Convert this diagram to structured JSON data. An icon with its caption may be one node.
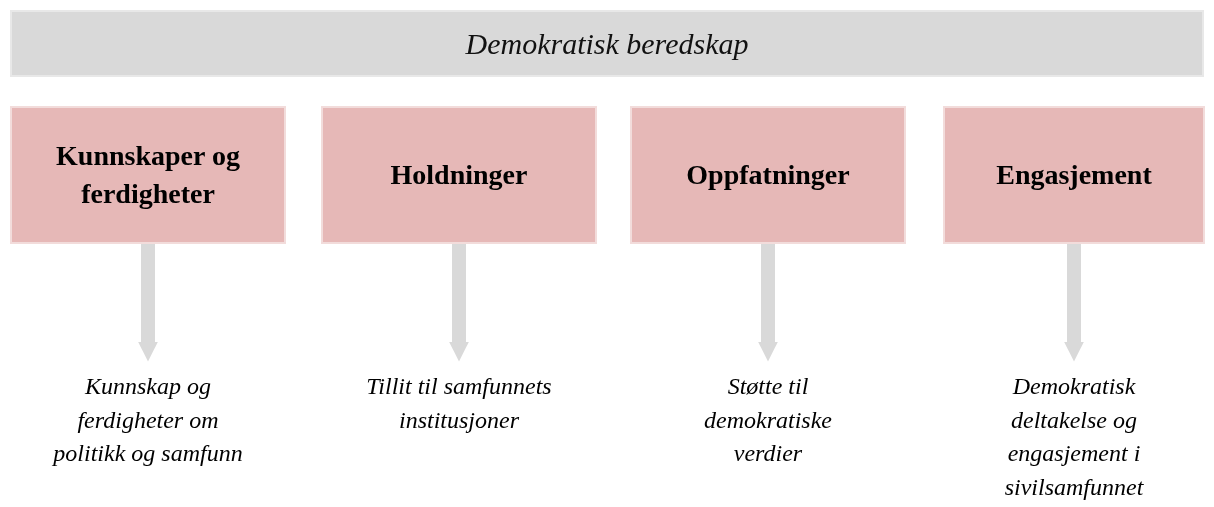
{
  "diagram": {
    "nodes": [
      {
        "text": [
          "Demokratisk beredskap"
        ]
      },
      {
        "text": [
          "Kunnskaper og ferdigheter"
        ]
      },
      {
        "text": [
          "Holdninger"
        ]
      },
      {
        "text": [
          "Oppfatninger"
        ]
      },
      {
        "text": [
          "Engasjement"
        ]
      },
      {
        "text": [
          "Kunnskap og ferdigheter om politikk og samfunn"
        ]
      },
      {
        "text": [
          "Tillit til samfunnets institusjoner"
        ]
      },
      {
        "text": [
          "Støtte til demokratiske verdier"
        ]
      },
      {
        "text": [
          "Demokratisk deltakelse og engasjement i sivilsamfunnet"
        ]
      }
    ],
    "edges": [
      {
        "from": 1,
        "to": 5,
        "arrow": "to"
      },
      {
        "from": 2,
        "to": 6,
        "arrow": "to"
      },
      {
        "from": 3,
        "to": 7,
        "arrow": "to"
      },
      {
        "from": 4,
        "to": 8,
        "arrow": "to"
      }
    ]
  }
}
